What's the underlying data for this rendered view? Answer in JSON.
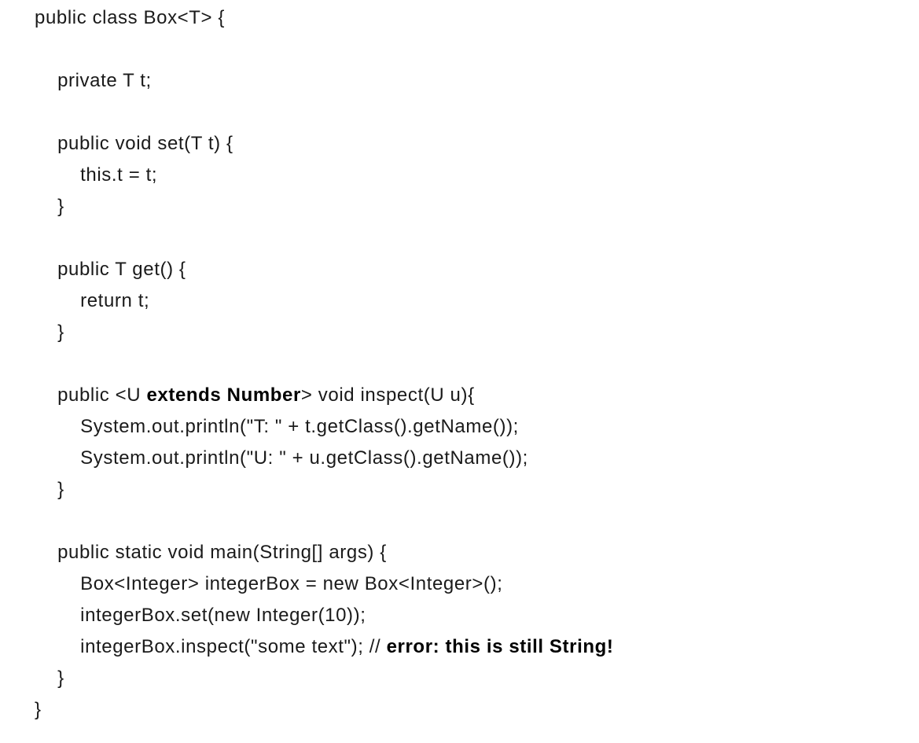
{
  "code": {
    "language": "Java",
    "lines": [
      {
        "segments": [
          {
            "text": "public class Box<T> {",
            "bold": false
          }
        ]
      },
      {
        "segments": [
          {
            "text": "",
            "bold": false
          }
        ]
      },
      {
        "segments": [
          {
            "text": "    private T t;",
            "bold": false
          }
        ]
      },
      {
        "segments": [
          {
            "text": "",
            "bold": false
          }
        ]
      },
      {
        "segments": [
          {
            "text": "    public void set(T t) {",
            "bold": false
          }
        ]
      },
      {
        "segments": [
          {
            "text": "        this.t = t;",
            "bold": false
          }
        ]
      },
      {
        "segments": [
          {
            "text": "    }",
            "bold": false
          }
        ]
      },
      {
        "segments": [
          {
            "text": "",
            "bold": false
          }
        ]
      },
      {
        "segments": [
          {
            "text": "    public T get() {",
            "bold": false
          }
        ]
      },
      {
        "segments": [
          {
            "text": "        return t;",
            "bold": false
          }
        ]
      },
      {
        "segments": [
          {
            "text": "    }",
            "bold": false
          }
        ]
      },
      {
        "segments": [
          {
            "text": "",
            "bold": false
          }
        ]
      },
      {
        "segments": [
          {
            "text": "    public <U ",
            "bold": false
          },
          {
            "text": "extends Number",
            "bold": true
          },
          {
            "text": "> void inspect(U u){",
            "bold": false
          }
        ]
      },
      {
        "segments": [
          {
            "text": "        System.out.println(\"T: \" + t.getClass().getName());",
            "bold": false
          }
        ]
      },
      {
        "segments": [
          {
            "text": "        System.out.println(\"U: \" + u.getClass().getName());",
            "bold": false
          }
        ]
      },
      {
        "segments": [
          {
            "text": "    }",
            "bold": false
          }
        ]
      },
      {
        "segments": [
          {
            "text": "",
            "bold": false
          }
        ]
      },
      {
        "segments": [
          {
            "text": "    public static void main(String[] args) {",
            "bold": false
          }
        ]
      },
      {
        "segments": [
          {
            "text": "        Box<Integer> integerBox = new Box<Integer>();",
            "bold": false
          }
        ]
      },
      {
        "segments": [
          {
            "text": "        integerBox.set(new Integer(10));",
            "bold": false
          }
        ]
      },
      {
        "segments": [
          {
            "text": "        integerBox.inspect(\"some text\"); // ",
            "bold": false
          },
          {
            "text": "error: this is still String!",
            "bold": true
          }
        ]
      },
      {
        "segments": [
          {
            "text": "    }",
            "bold": false
          }
        ]
      },
      {
        "segments": [
          {
            "text": "}",
            "bold": false
          }
        ]
      }
    ]
  }
}
